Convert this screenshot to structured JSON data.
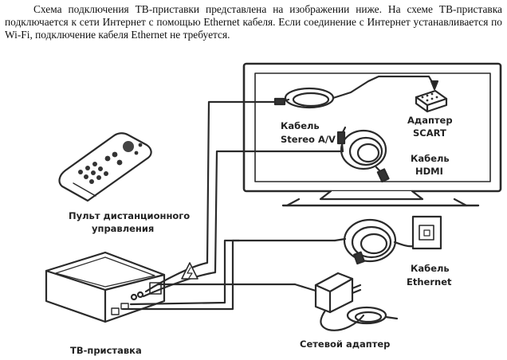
{
  "intro_text": "Схема подключения ТВ-приставки представлена на изображении ниже. На схеме ТВ-приставка подключается к сети Интернет с помощью Ethernet кабеля. Если соединение с Интернет устанавливается по Wi-Fi, подключение кабеля Ethernet не требуется.",
  "labels": {
    "remote_line1": "Пульт дистанционного",
    "remote_line2": "управления",
    "stereo_line1": "Кабель",
    "stereo_line2": "Stereo A/V",
    "scart_line1": "Адаптер",
    "scart_line2": "SCART",
    "hdmi_line1": "Кабель",
    "hdmi_line2": "HDMI",
    "ethernet_line1": "Кабель",
    "ethernet_line2": "Ethernet",
    "stb": "ТВ-приставка",
    "power_adapter": "Сетевой адаптер"
  },
  "icons": [
    "remote-control-icon",
    "tv-icon",
    "scart-adapter-icon",
    "set-top-box-icon",
    "power-adapter-icon",
    "ethernet-socket-icon",
    "warning-icon"
  ]
}
